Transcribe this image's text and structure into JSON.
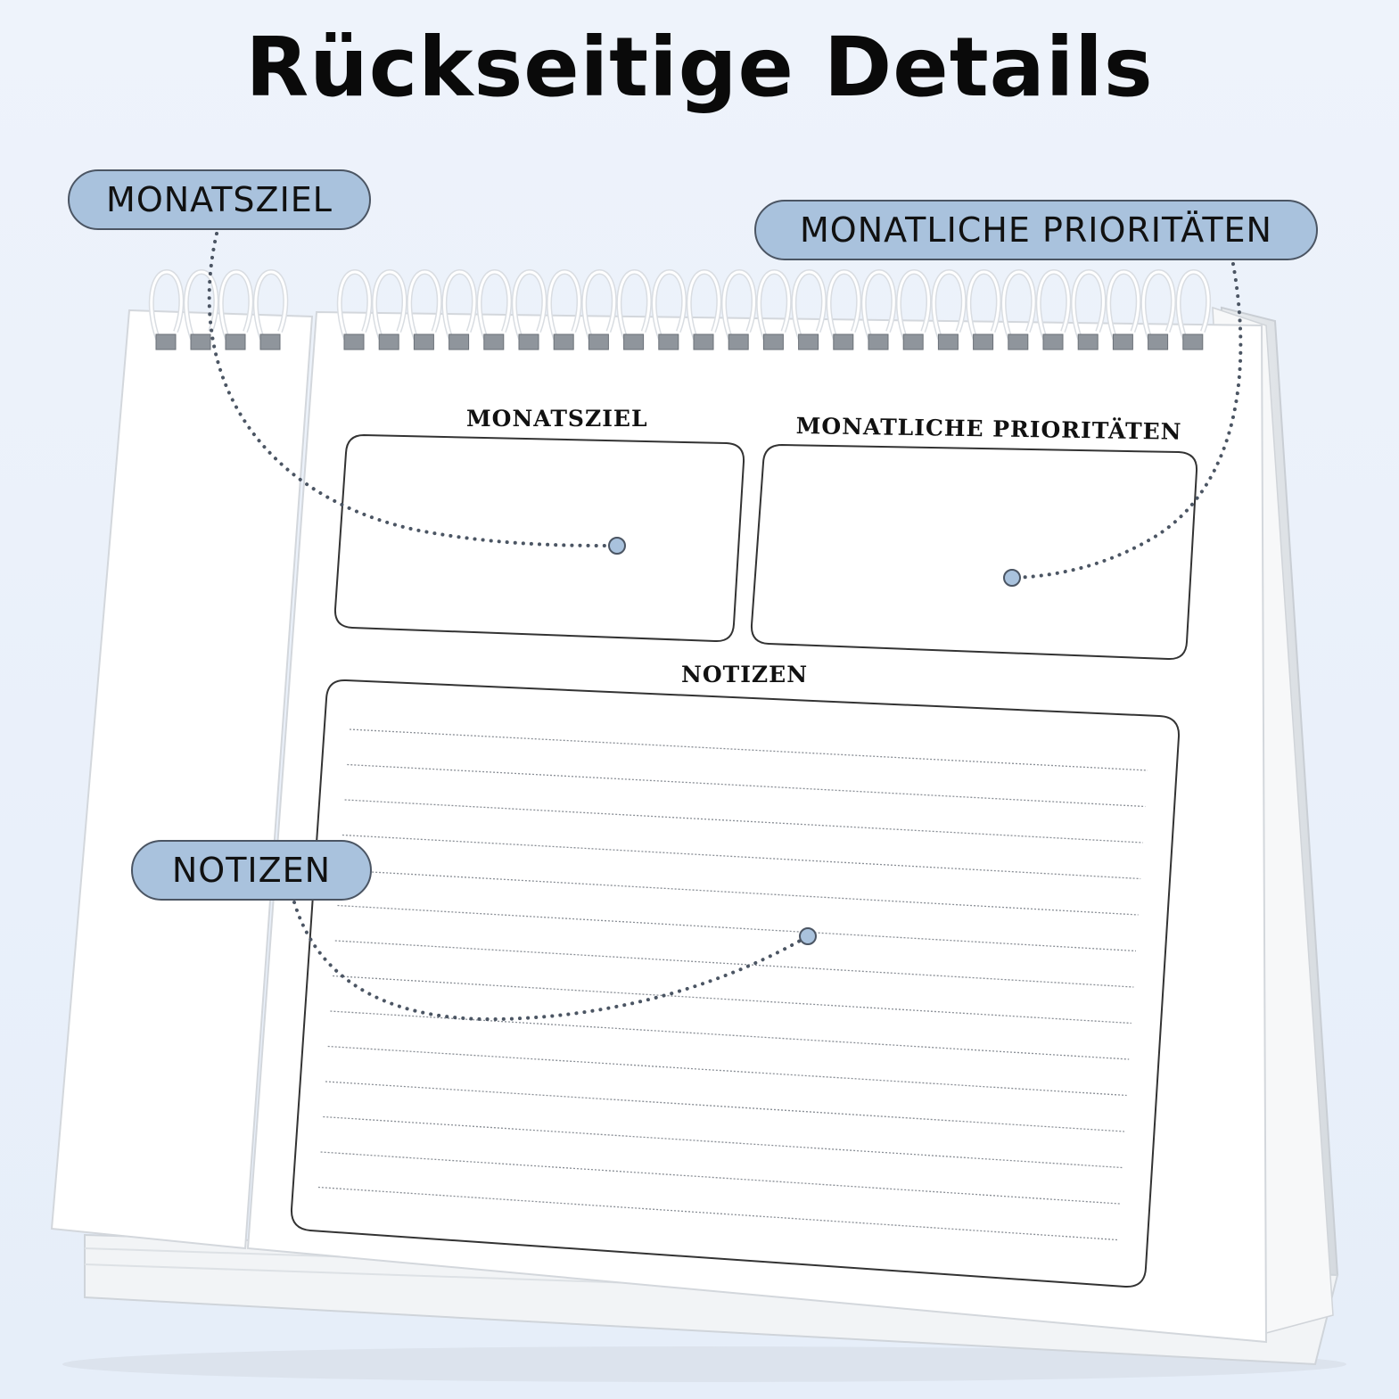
{
  "title": "Rückseitige Details",
  "callouts": {
    "goal": "MONATSZIEL",
    "priorities": "MONATLICHE PRIORITÄTEN",
    "notes": "NOTIZEN"
  },
  "sheet": {
    "goal_heading": "MONATSZIEL",
    "priorities_heading": "MONATLICHE PRIORITÄTEN",
    "notes_heading": "NOTIZEN"
  },
  "colors": {
    "callout_fill": "#a9c2dd",
    "background": "#e9f0fa",
    "dot": "#4b5563"
  }
}
